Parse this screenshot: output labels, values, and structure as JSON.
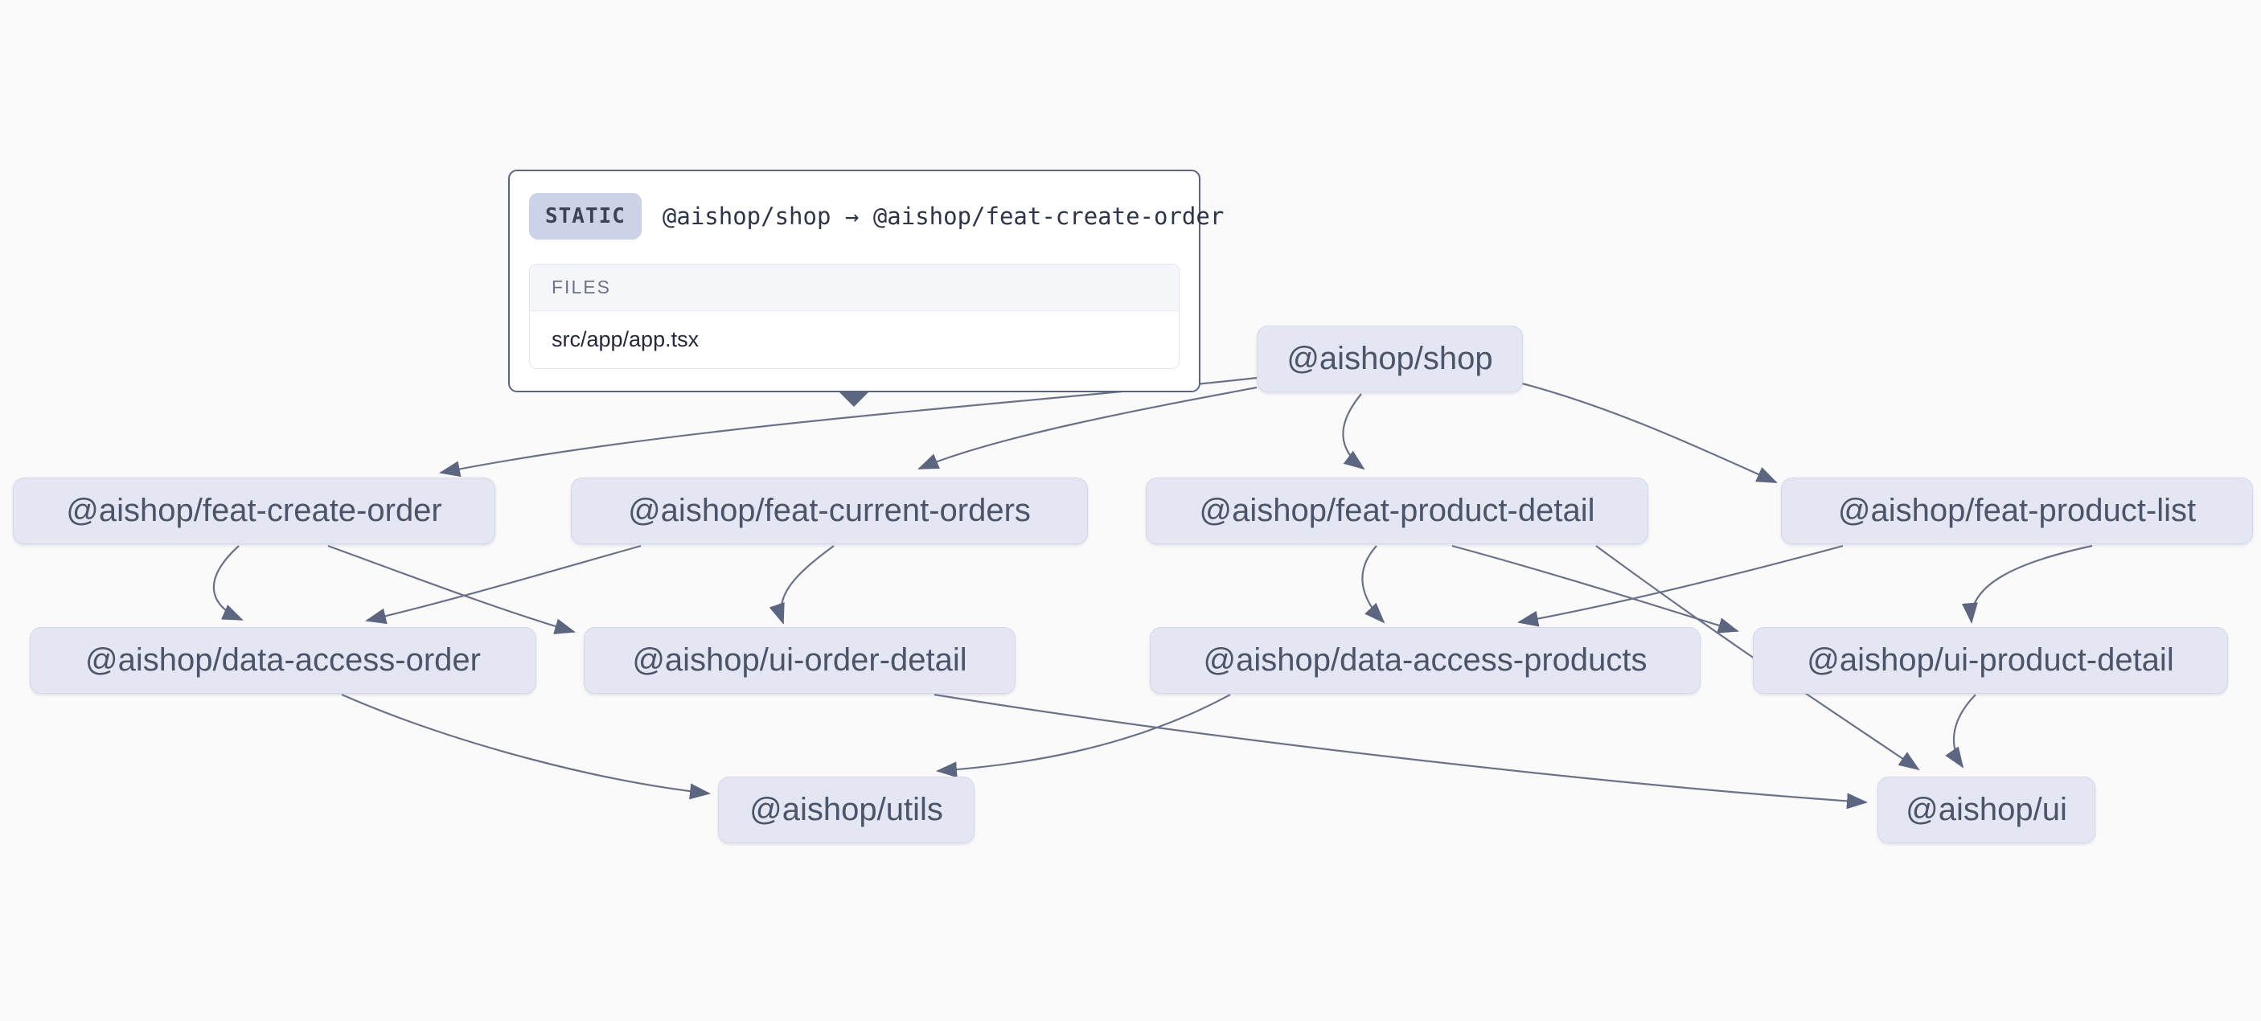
{
  "graph": {
    "tool": "project-dependency-graph",
    "nodes": [
      {
        "id": "shop",
        "label": "@aishop/shop"
      },
      {
        "id": "feat-create-order",
        "label": "@aishop/feat-create-order"
      },
      {
        "id": "feat-current-orders",
        "label": "@aishop/feat-current-orders"
      },
      {
        "id": "feat-product-detail",
        "label": "@aishop/feat-product-detail"
      },
      {
        "id": "feat-product-list",
        "label": "@aishop/feat-product-list"
      },
      {
        "id": "data-access-order",
        "label": "@aishop/data-access-order"
      },
      {
        "id": "ui-order-detail",
        "label": "@aishop/ui-order-detail"
      },
      {
        "id": "data-access-products",
        "label": "@aishop/data-access-products"
      },
      {
        "id": "ui-product-detail",
        "label": "@aishop/ui-product-detail"
      },
      {
        "id": "utils",
        "label": "@aishop/utils"
      },
      {
        "id": "ui",
        "label": "@aishop/ui"
      }
    ],
    "edges": [
      {
        "source": "shop",
        "target": "feat-create-order",
        "type": "static",
        "state": "hovered"
      },
      {
        "source": "shop",
        "target": "feat-current-orders"
      },
      {
        "source": "shop",
        "target": "feat-product-detail"
      },
      {
        "source": "shop",
        "target": "feat-product-list"
      },
      {
        "source": "feat-create-order",
        "target": "data-access-order"
      },
      {
        "source": "feat-create-order",
        "target": "ui-order-detail"
      },
      {
        "source": "feat-current-orders",
        "target": "data-access-order"
      },
      {
        "source": "feat-current-orders",
        "target": "ui-order-detail"
      },
      {
        "source": "feat-product-detail",
        "target": "data-access-products"
      },
      {
        "source": "feat-product-detail",
        "target": "ui-product-detail"
      },
      {
        "source": "feat-product-detail",
        "target": "ui"
      },
      {
        "source": "feat-product-list",
        "target": "data-access-products"
      },
      {
        "source": "feat-product-list",
        "target": "ui-product-detail"
      },
      {
        "source": "data-access-order",
        "target": "utils"
      },
      {
        "source": "data-access-products",
        "target": "utils"
      },
      {
        "source": "ui-order-detail",
        "target": "ui"
      },
      {
        "source": "ui-product-detail",
        "target": "ui"
      }
    ]
  },
  "tooltip": {
    "badge": "STATIC",
    "title": "@aishop/shop → @aishop/feat-create-order",
    "files_header": "FILES",
    "files": [
      "src/app/app.tsx"
    ]
  },
  "colors": {
    "canvas_bg": "#fafafa",
    "node_bg": "#e4e7f3",
    "node_text": "#4b5468",
    "edge": "#6a7288",
    "arrowhead": "#5d6680",
    "tooltip_border": "#5d6680",
    "badge_bg": "#ccd2e8"
  }
}
